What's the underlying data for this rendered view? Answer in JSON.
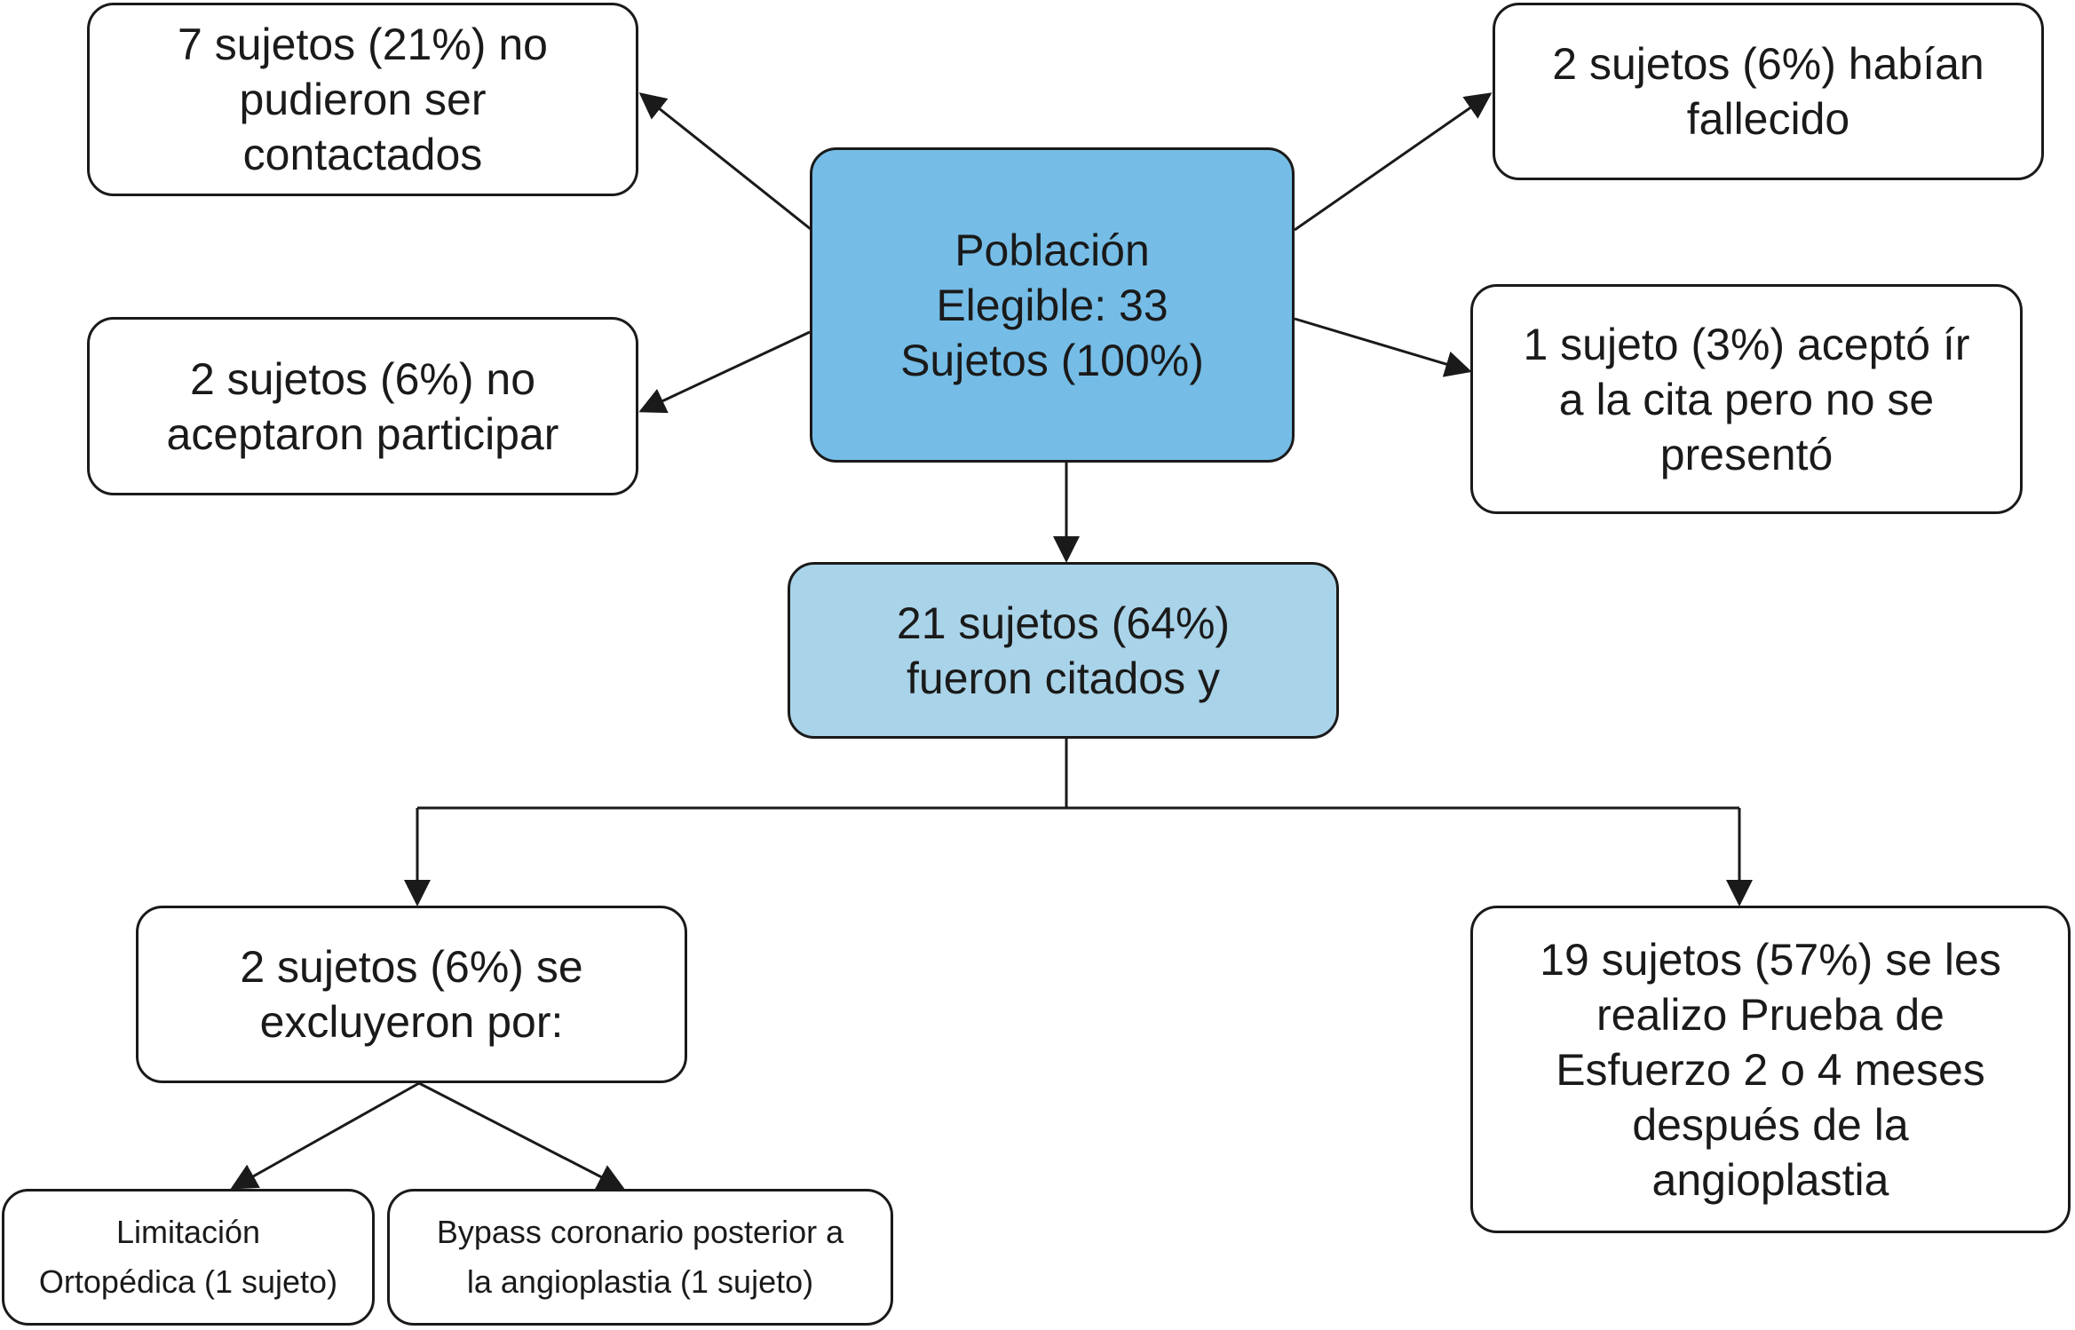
{
  "colors": {
    "center_fill": "#75bde6",
    "cited_fill": "#a9d3e8",
    "line": "#1a1a1a",
    "box_fill": "#ffffff"
  },
  "boxes": {
    "population": "Población\nElegible: 33\nSujetos (100%)",
    "not_contacted": "7 sujetos (21%) no\npudieron ser\ncontactados",
    "not_accepted": "2 sujetos (6%) no\naceptaron participar",
    "deceased": "2 sujetos (6%) habían\nfallecido",
    "no_show": "1 sujeto (3%) aceptó ír\na la cita pero no se\npresentó",
    "cited": "21 sujetos (64%)\nfueron citados y",
    "excluded": "2 sujetos (6%) se\nexcluyeron por:",
    "performed": "19 sujetos (57%) se les\nrealizo Prueba de\nEsfuerzo 2 o 4 meses\ndespués de la\nangioplastia",
    "orthopedic": "Limitación\nOrtopédica (1 sujeto)",
    "bypass": "Bypass coronario posterior a\nla angioplastia (1 sujeto)"
  }
}
